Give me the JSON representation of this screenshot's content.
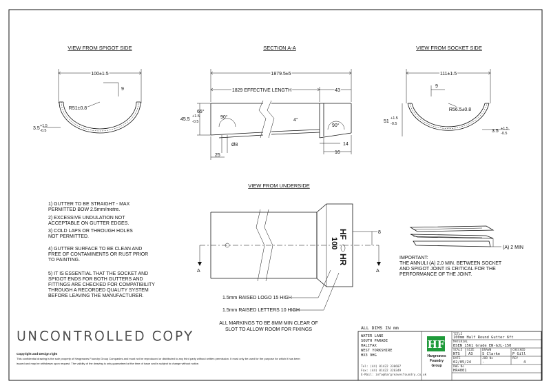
{
  "views": {
    "spigot": {
      "title": "VIEW FROM SPIGOT SIDE",
      "width": "100±1.5",
      "offset": "9",
      "radius": "R51±0.8",
      "depth": "3.5",
      "depth_tol_up": "+1.5",
      "depth_tol_dn": "-0.5"
    },
    "section": {
      "title": "SECTION A-A",
      "overall": "1879.5±5",
      "effective": "1829 EFFECTIVE LENGTH",
      "socket_len": "43",
      "height": "45.5",
      "height_tol_up": "+1.5",
      "height_tol_dn": "-0.5",
      "angle_a": "65°",
      "angle_b": "90°",
      "angle_c": "90°",
      "angle_d": "4°",
      "hole": "Ø8",
      "hole_pos": "25",
      "rim_a": "14",
      "rim_b": "16"
    },
    "socket": {
      "title": "VIEW FROM SOCKET SIDE",
      "width": "111±1.5",
      "offset": "9",
      "radius": "R56.5±0.8",
      "height": "51",
      "height_tol_up": "+1.5",
      "height_tol_dn": "-0.5",
      "depth": "3.5",
      "depth_tol_up": "+1.5",
      "depth_tol_dn": "-0.5"
    },
    "underside": {
      "title": "VIEW FROM UNDERSIDE",
      "section_mark": "A",
      "logo_note": "1.5mm RAISED LOGO 15 HIGH",
      "letters_note": "1.5mm RAISED LETTERS 10 HIGH",
      "marking_hf": "HF",
      "marking_hr": "HR",
      "marking_size": "100",
      "slot_dim": "8",
      "marking_note_1": "ALL MARKINGS TO BE 8MM MIN CLEAR OF",
      "marking_note_2": "SLOT TO ALLOW ROOM FOR FIXINGS"
    }
  },
  "notes": [
    [
      "1) GUTTER TO BE STRAIGHT - MAX",
      "PERMITTED BOW 2.5mm/metre."
    ],
    [
      "2) EXCESSIVE UNDULATION NOT",
      "ACCEPTABLE ON GUTTER EDGES."
    ],
    [
      "3) COLD LAPS OR THROUGH HOLES",
      "NOT PERMITTED."
    ],
    [
      "4) GUTTER SURFACE TO BE CLEAN AND",
      "FREE OF CONTAMINENTS OR RUST PRIOR",
      "TO PAINTING."
    ],
    [
      "5) IT IS ESSENTIAL THAT THE SOCKET AND",
      "SPIGOT ENDS FOR BOTH GUTTERS AND",
      "FITTINGS ARE CHECKED FOR COMPATIBILITY",
      "THROUGH A RECORDED QUALITY SYSTEM",
      "BEFORE LEAVING THE MANUFACTURER."
    ]
  ],
  "joint_detail": {
    "annuli_label": "(A) 2 MIN",
    "important": [
      "IMPORTANT:",
      "THE ANNULI (A) 2.0 MIN. BETWEEN SOCKET",
      "AND SPIGOT JOINT IS CRITICAL FOR THE",
      "PERFORMANCE OF THE JOINT."
    ]
  },
  "stamp": "UNCONTROLLED COPY",
  "copyright": {
    "heading": "Copyright and Design right",
    "line1": "This confidential drawing is the sole property of Hargreaves Foundry Group Companies and must not be reproduced or distributed to any third party without written permission. It must only be used for the purpose for which it has been",
    "line2": "issued and may be withdrawn upon request. The validity of the drawing is only guaranteed at the time of issue and is subject to change without notice."
  },
  "title_block": {
    "all_dims": "ALL DIMS IN mm",
    "address": [
      "WATER LANE",
      "SOUTH PARADE",
      "HALIFAX",
      "WEST YORKSHIRE",
      "HX3 9HG"
    ],
    "contact": [
      "Tel: (44) 01422 330607",
      "Fax: (44) 01422 320349",
      "E-Mail: info@hargreavesfoundry.co.uk"
    ],
    "logo_mark": "HF",
    "company": [
      "Hargreaves",
      "Foundry",
      "Group"
    ],
    "title_label": "TITLE",
    "title": "100mm Half Round Gutter 6ft",
    "material_label": "MATERIAL",
    "material": "BSEN 1561 Grade EN-GJL-150",
    "scale_label": "SCALE",
    "scale": "NTS",
    "size_label": "SIZE",
    "size": "A3",
    "drawn_label": "DRAWN",
    "drawn": "S Clarke",
    "checked_label": "CHECKED",
    "checked": "P Gill",
    "date_label": "DATE",
    "date": "02/05/24",
    "job_label": "JOB No",
    "job": "-",
    "rev_label": "REV",
    "rev": "4",
    "dwg_label": "DWG No",
    "dwg": "HR4001"
  }
}
